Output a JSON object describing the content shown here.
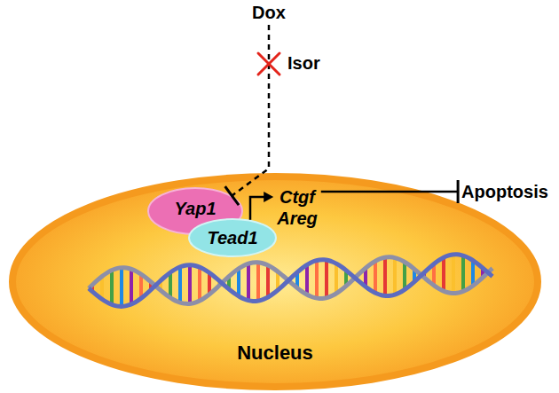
{
  "diagram": {
    "nodes": [
      {
        "text": [
          "Dox"
        ]
      },
      {
        "text": [
          "Nucleus"
        ]
      },
      {
        "text": [
          "Yap1"
        ],
        "in": 1
      },
      {
        "text": [
          "Tead1"
        ],
        "in": 1
      },
      {
        "text": [
          "Ctgf",
          "Areg"
        ],
        "in": 1
      },
      {
        "text": [
          "Apoptosis"
        ]
      }
    ],
    "edges": [
      {
        "from": 0,
        "to": 2,
        "arrow": "to"
      },
      {
        "from": 3,
        "to": 4,
        "arrow": "to"
      },
      {
        "from": 4,
        "to": 5,
        "arrow": "to"
      }
    ],
    "labels": [
      "Isor"
    ]
  }
}
